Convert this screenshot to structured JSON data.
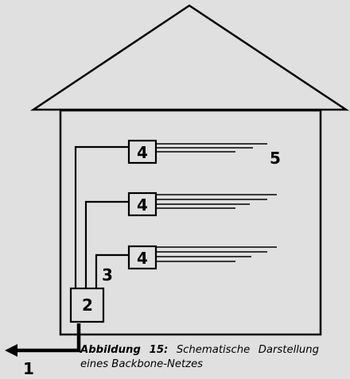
{
  "labels": {
    "outgoing_link": "1",
    "building_distributor": "2",
    "backbone_cable": "3",
    "floor_distributor": "4",
    "horizontal_cabling": "5"
  },
  "caption": {
    "label": "Abbildung 15:",
    "text": "Schematische Darstellung eines Backbone-Netzes"
  }
}
